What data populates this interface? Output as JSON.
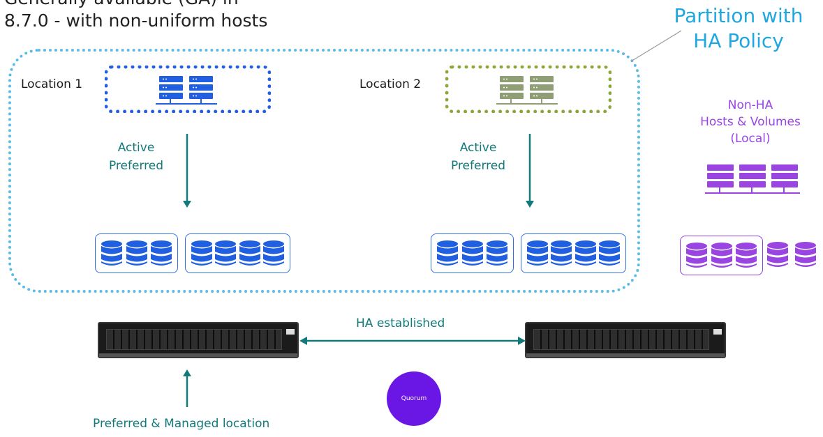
{
  "header": {
    "line1": "Generally available (GA) in",
    "line2": "8.7.0 - with non-uniform hosts"
  },
  "partition": {
    "label_line1": "Partition with",
    "label_line2": "HA Policy"
  },
  "locations": [
    {
      "label": "Location 1",
      "host_color": "#1f5fe0",
      "arrow_label_line1": "Active",
      "arrow_label_line2": "Preferred"
    },
    {
      "label": "Location 2",
      "host_color": "#8aa83a",
      "arrow_label_line1": "Active",
      "arrow_label_line2": "Preferred"
    }
  ],
  "non_ha": {
    "line1": "Non-HA",
    "line2": "Hosts & Volumes",
    "line3": "(Local)",
    "color": "#9a45e2"
  },
  "link": {
    "label": "HA established"
  },
  "quorum": {
    "label": "Quorum"
  },
  "preferred": {
    "label": "Preferred & Managed location"
  },
  "colors": {
    "storage_blue": "#2d6fe6",
    "teal": "#127a7a",
    "partition_blue": "#5bbbe6",
    "quorum_purple": "#6a16e4"
  }
}
